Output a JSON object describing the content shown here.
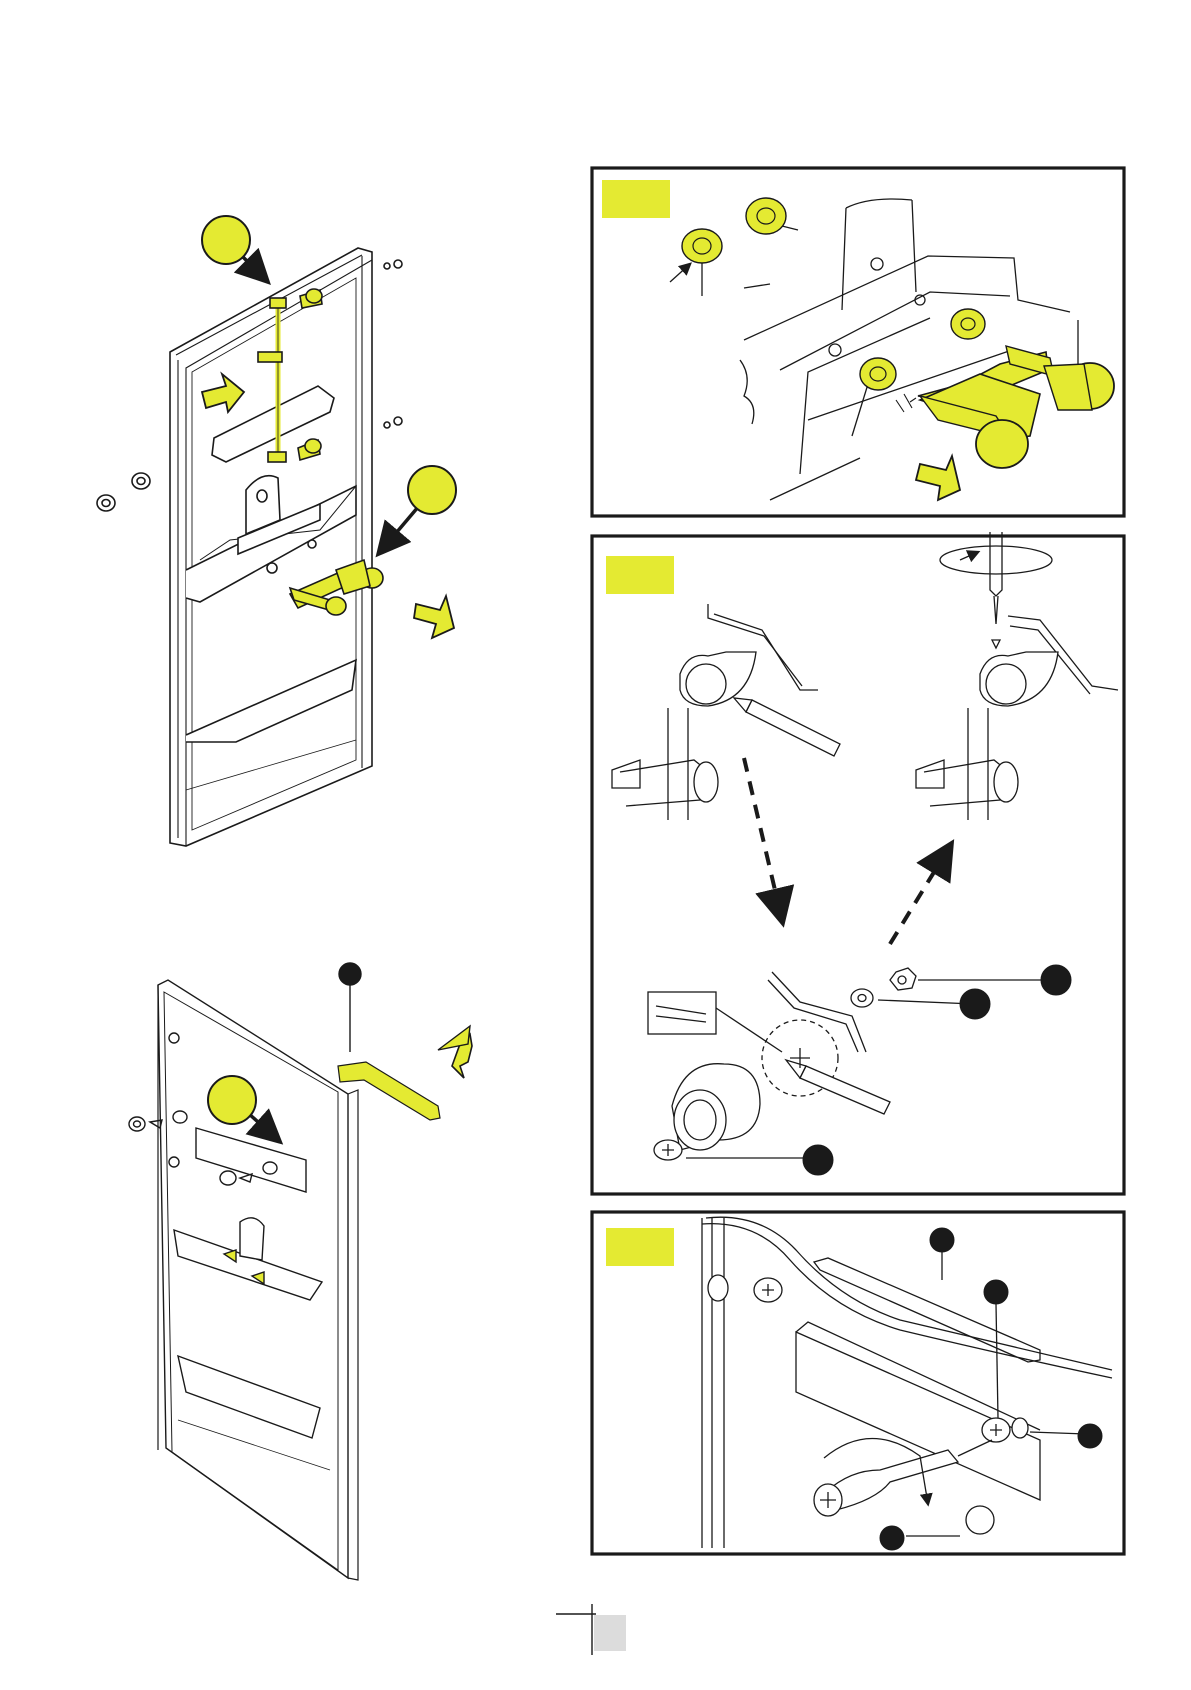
{
  "colors": {
    "accent": "#e4ea32",
    "ink": "#1a1a1a",
    "panel_border": "#1a1a1a",
    "tab": "#dcdcdc",
    "paper": "#ffffff"
  },
  "figures": [
    {
      "id": "door-hinge-overview",
      "callouts": 2,
      "arrows": 2
    },
    {
      "id": "door-handle-overview",
      "callouts": 2,
      "arrows": 1
    },
    {
      "id": "detail-hinge-bushings",
      "step_tag": true
    },
    {
      "id": "detail-handle-marking-drilling",
      "step_tag": true,
      "callouts": 3
    },
    {
      "id": "detail-handle-screw-caps",
      "step_tag": true,
      "callouts": 4
    }
  ],
  "page_tab": {
    "shaded": true
  }
}
